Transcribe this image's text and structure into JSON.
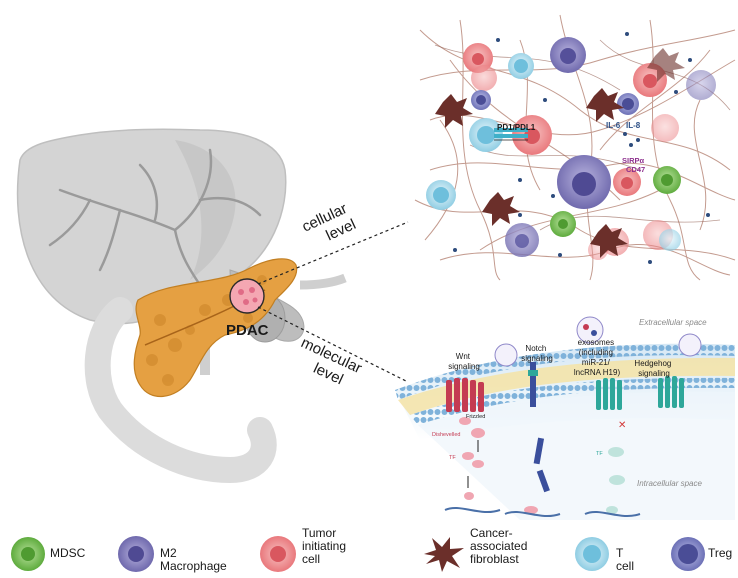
{
  "labels": {
    "cellular_level": [
      "cellular",
      "level"
    ],
    "molecular_level": [
      "molecular",
      "level"
    ],
    "pdac": "PDAC"
  },
  "cellular_panel": {
    "pd1_pdl1": "PD1/PDL1",
    "il6": "IL-6",
    "il8": "IL-8",
    "sirpa": "SIRPα",
    "cd47": "CD47"
  },
  "molecular_panel": {
    "extracellular": "Extracellular space",
    "intracellular": "Intracellular space",
    "wnt": [
      "Wnt",
      "signaling"
    ],
    "notch": [
      "Notch",
      "signaling"
    ],
    "exosomes": [
      "exosomes",
      "(including",
      "miR-21/",
      "lncRNA H19)"
    ],
    "hedgehog": [
      "Hedgehog",
      "signaling"
    ],
    "frizzled": "Frizzled",
    "dishevelled": "Dishevelled",
    "tf": "TF"
  },
  "legend": [
    {
      "key": "mdsc",
      "label": "MDSC",
      "color": "#7cc35a"
    },
    {
      "key": "m2",
      "label": "M2 Macrophage",
      "color": "#7d76b8"
    },
    {
      "key": "tic",
      "label": "Tumor\ninitiating\ncell",
      "color": "#ef8f91"
    },
    {
      "key": "caf",
      "label": "Cancer-\nassociated\nfibroblast",
      "color": "#6b2f2a"
    },
    {
      "key": "tcell",
      "label": "T cell",
      "color": "#9fd6e8"
    },
    {
      "key": "treg",
      "label": "Treg",
      "color": "#5c5fa3"
    }
  ],
  "colors": {
    "liver": "#d3d3d3",
    "pancreas": "#e5a042",
    "membrane": "#9cc3e0",
    "wnt_receptor": "#c43b52",
    "notch_receptor": "#3a4f9c",
    "hh_receptor": "#2ea79a"
  }
}
